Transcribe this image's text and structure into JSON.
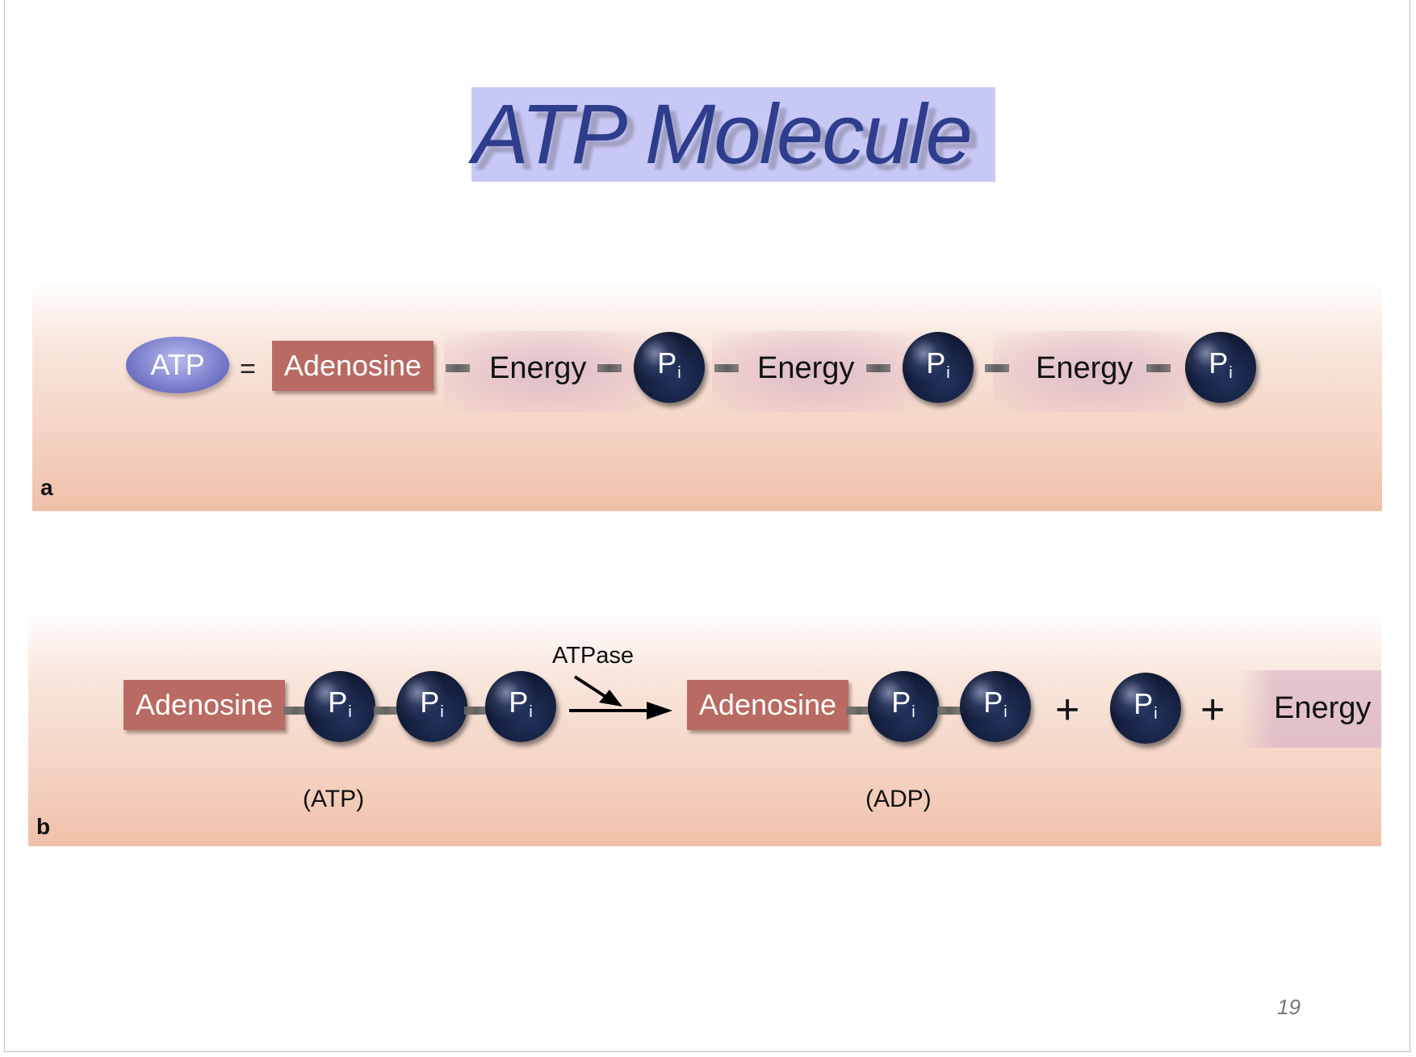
{
  "slide": {
    "title": "ATP Molecule",
    "page_number": "19"
  },
  "colors": {
    "title_text": "#2e3e8c",
    "title_highlight": "#c8c8f7",
    "adenosine_fill": "#b86a63",
    "phosphate_fill": "#141e3c",
    "atp_oval_fill": "#7e82cf",
    "panel_background": "#f4d2c2"
  },
  "panel_a": {
    "letter": "a",
    "atp": "ATP",
    "equals": "=",
    "adenosine": "Adenosine",
    "energy_1": "Energy",
    "energy_2": "Energy",
    "energy_3": "Energy",
    "pi_1": "P",
    "pi_1_sub": "i",
    "pi_2": "P",
    "pi_2_sub": "i",
    "pi_3": "P",
    "pi_3_sub": "i"
  },
  "panel_b": {
    "letter": "b",
    "adenosine_left": "Adenosine",
    "pi_1": "P",
    "pi_1_sub": "i",
    "pi_2": "P",
    "pi_2_sub": "i",
    "pi_3": "P",
    "pi_3_sub": "i",
    "enzyme": "ATPase",
    "adenosine_right": "Adenosine",
    "pi_4": "P",
    "pi_4_sub": "i",
    "pi_5": "P",
    "pi_5_sub": "i",
    "plus_1": "+",
    "pi_6": "P",
    "pi_6_sub": "i",
    "plus_2": "+",
    "energy": "Energy",
    "caption_left": "(ATP)",
    "caption_right": "(ADP)"
  }
}
